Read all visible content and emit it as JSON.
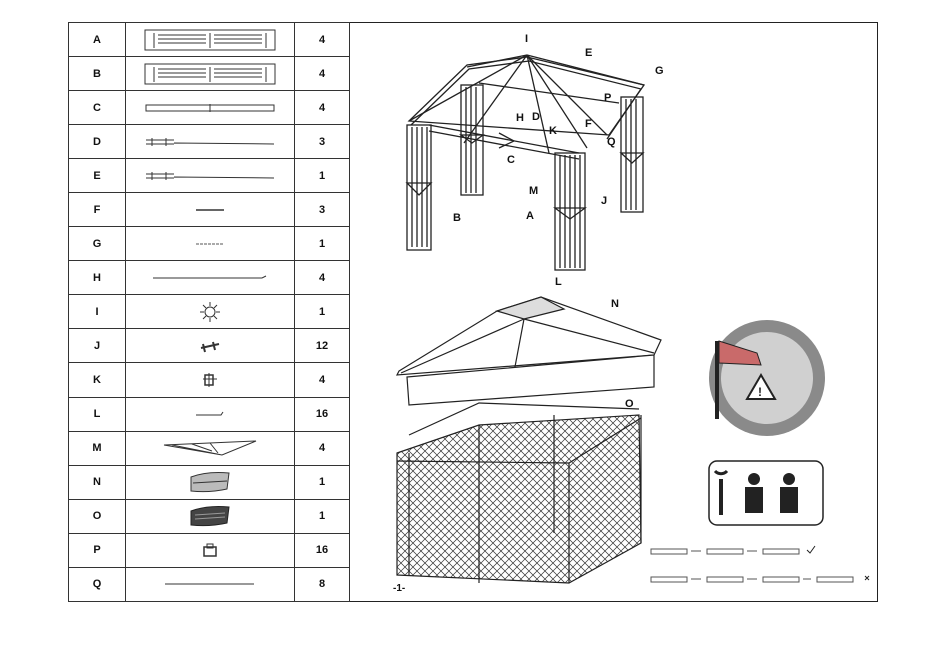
{
  "parts": [
    {
      "letter": "A",
      "qty": "4",
      "icon": "panel-icon"
    },
    {
      "letter": "B",
      "qty": "4",
      "icon": "panel-icon"
    },
    {
      "letter": "C",
      "qty": "4",
      "icon": "beam-icon"
    },
    {
      "letter": "D",
      "qty": "3",
      "icon": "rafter-icon"
    },
    {
      "letter": "E",
      "qty": "1",
      "icon": "rafter-icon"
    },
    {
      "letter": "F",
      "qty": "3",
      "icon": "short-rod-icon"
    },
    {
      "letter": "G",
      "qty": "1",
      "icon": "small-rod-icon"
    },
    {
      "letter": "H",
      "qty": "4",
      "icon": "long-rod-icon"
    },
    {
      "letter": "I",
      "qty": "1",
      "icon": "top-hub-icon"
    },
    {
      "letter": "J",
      "qty": "12",
      "icon": "connector-icon"
    },
    {
      "letter": "K",
      "qty": "4",
      "icon": "corner-joint-icon"
    },
    {
      "letter": "L",
      "qty": "16",
      "icon": "hook-icon"
    },
    {
      "letter": "M",
      "qty": "4",
      "icon": "corner-brace-icon"
    },
    {
      "letter": "N",
      "qty": "1",
      "icon": "roof-cover-icon"
    },
    {
      "letter": "O",
      "qty": "1",
      "icon": "mesh-net-icon"
    },
    {
      "letter": "P",
      "qty": "16",
      "icon": "cap-icon"
    },
    {
      "letter": "Q",
      "qty": "8",
      "icon": "straight-rod-icon"
    }
  ],
  "diagram_labels": {
    "I": "I",
    "E": "E",
    "G": "G",
    "H": "H",
    "D": "D",
    "P": "P",
    "K": "K",
    "F": "F",
    "Q": "Q",
    "C": "C",
    "M": "M",
    "J": "J",
    "A": "A",
    "B": "B",
    "L": "L",
    "N": "N",
    "O": "O"
  },
  "page_number": "-1-",
  "colors": {
    "line": "#222222",
    "badge_ring": "#8a8a8a",
    "badge_fill": "#d0d0d0",
    "sock": "#c96a6a"
  }
}
